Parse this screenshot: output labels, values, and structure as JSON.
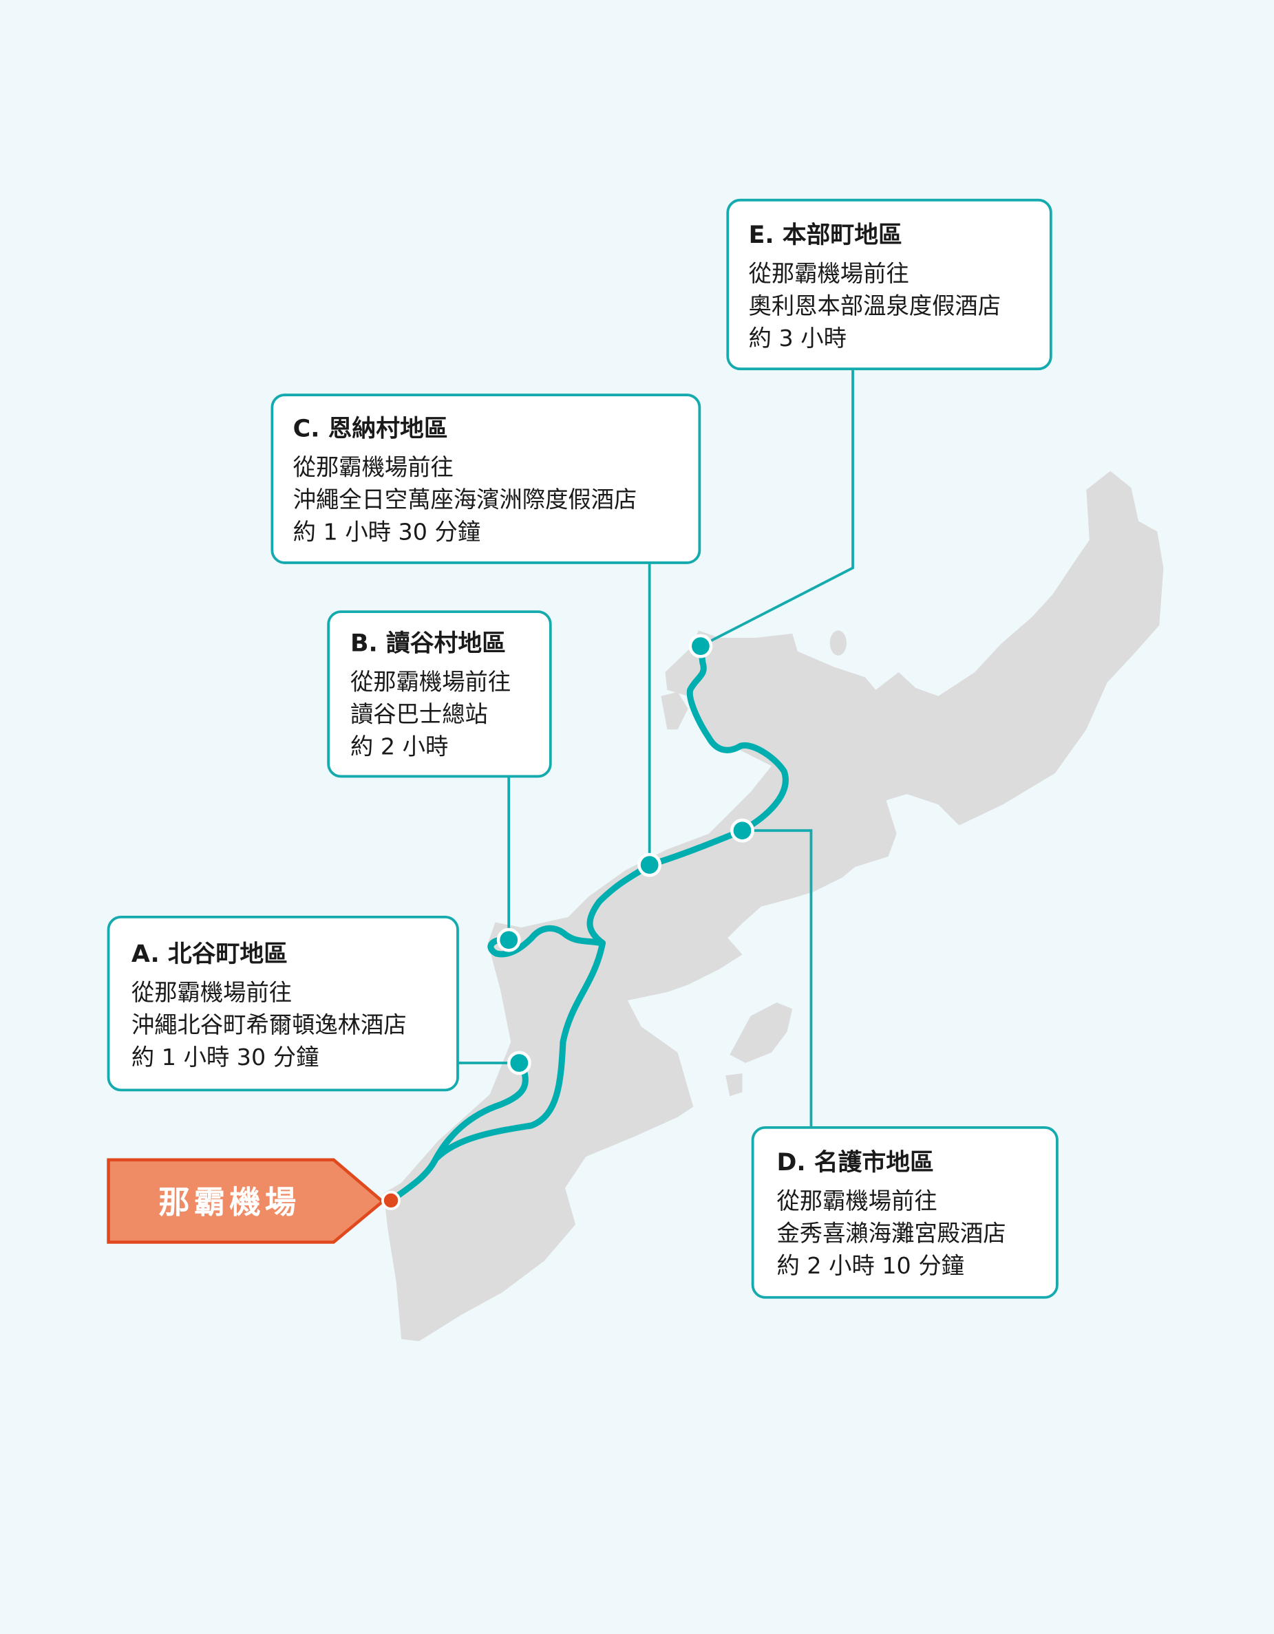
{
  "colors": {
    "background": "#eff9fc",
    "route": "#00aeb0",
    "land": "#dcdcdc",
    "airport_fill": "#ef8c66",
    "airport_border": "#e0481d"
  },
  "airport": {
    "label": "那霸機場",
    "icon": "location-dot-icon"
  },
  "destinations": [
    {
      "title": "A. 北谷町地區",
      "lines": [
        "從那霸機場前往",
        "沖繩北谷町希爾頓逸林酒店",
        "約 1 小時 30 分鐘"
      ]
    },
    {
      "title": "B. 讀谷村地區",
      "lines": [
        "從那霸機場前往",
        "讀谷巴士總站",
        "約 2 小時"
      ]
    },
    {
      "title": "C. 恩納村地區",
      "lines": [
        "從那霸機場前往",
        "沖繩全日空萬座海濱洲際度假酒店",
        "約 1 小時 30 分鐘"
      ]
    },
    {
      "title": "D. 名護市地區",
      "lines": [
        "從那霸機場前往",
        "金秀喜瀨海灘宮殿酒店",
        "約 2 小時 10 分鐘"
      ]
    },
    {
      "title": "E. 本部町地區",
      "lines": [
        "從那霸機場前往",
        "奧利恩本部溫泉度假酒店",
        "約 3 小時"
      ]
    }
  ]
}
